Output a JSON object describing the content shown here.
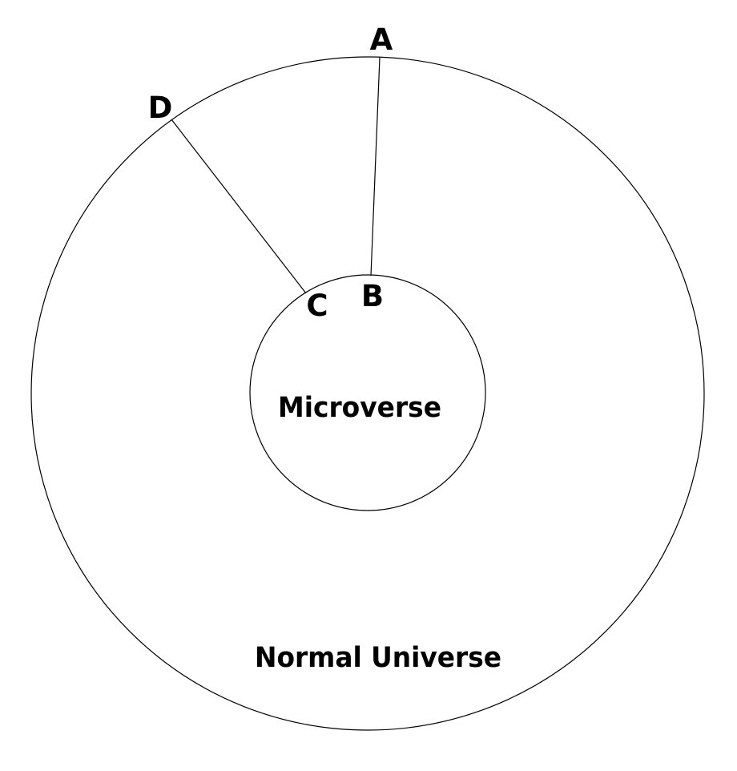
{
  "diagram": {
    "regions": {
      "outer": "Normal Universe",
      "inner": "Microverse"
    },
    "points": {
      "a": "A",
      "b": "B",
      "c": "C",
      "d": "D"
    },
    "connections": [
      [
        "A",
        "B"
      ],
      [
        "D",
        "C"
      ]
    ]
  }
}
